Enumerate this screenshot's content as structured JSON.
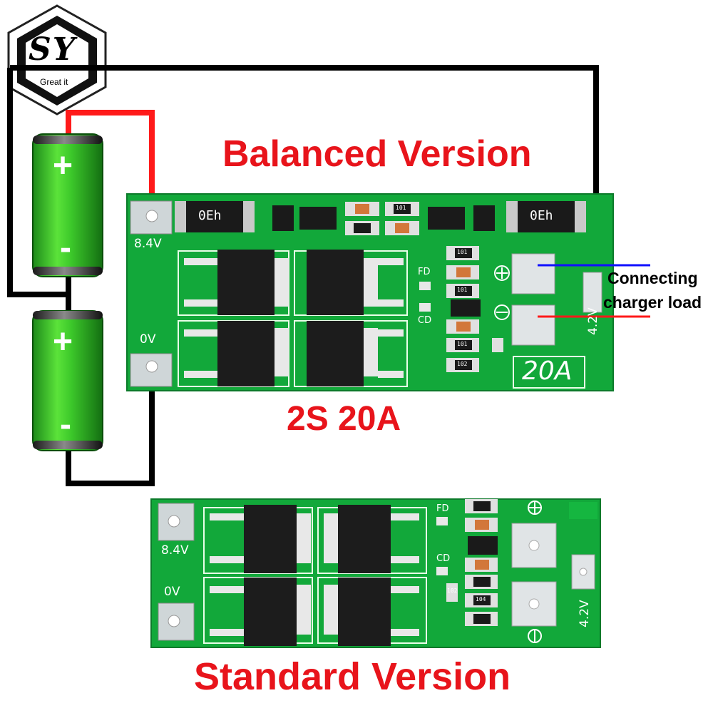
{
  "brand": {
    "logo_letters": "SY",
    "logo_tagline": "Great it"
  },
  "headings": {
    "balanced": "Balanced Version",
    "model": "2S 20A",
    "standard": "Standard Version"
  },
  "callout": {
    "line1": "Connecting",
    "line2": "charger load"
  },
  "balanced_board": {
    "pad_top_label": "8.4V",
    "pad_bottom_label": "0V",
    "pad_right_label": "4.2V",
    "rating_label": "20A",
    "shunt_label": "0Eh",
    "fd_label": "FD",
    "cd_label": "CD",
    "resistor_labels": [
      "101",
      "101",
      "101",
      "101",
      "102"
    ]
  },
  "standard_board": {
    "pad_top_label": "8.4V",
    "pad_bottom_label": "0V",
    "pad_right_label": "4.2V",
    "fd_label": "FD",
    "cd_label": "CD",
    "resistor_labels": [
      "102",
      "104"
    ]
  },
  "battery_symbols": {
    "plus": "+",
    "minus": "-"
  },
  "colors": {
    "pcb_green": "#12a83a",
    "battery_green": "#36c829",
    "headline_red": "#e8141b",
    "wire_red": "#ff1a1a",
    "wire_blue": "#1010ff",
    "wire_black": "#000000"
  }
}
